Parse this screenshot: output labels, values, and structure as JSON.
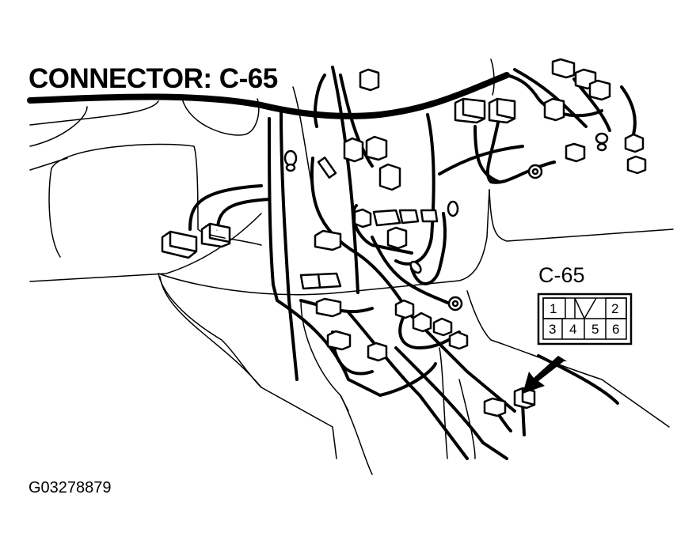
{
  "diagram": {
    "title": "CONNECTOR: C-65",
    "figure_id": "G03278879",
    "inset": {
      "label": "C-65",
      "pins_top": [
        "1",
        "",
        "2"
      ],
      "pins_bottom": [
        "3",
        "4",
        "5",
        "6"
      ],
      "key_icon": "triangle-key-icon"
    },
    "pointer": "arrow-pointer-icon",
    "colors": {
      "ink": "#000000",
      "background": "#ffffff"
    }
  }
}
